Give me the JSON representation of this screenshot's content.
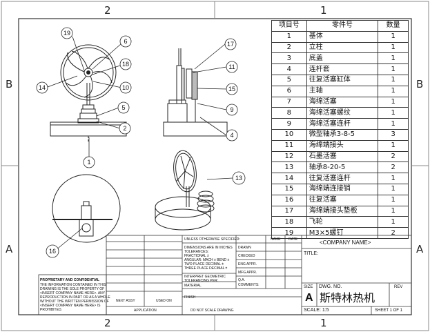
{
  "zones": {
    "top_left": "2",
    "top_right": "1",
    "bottom_left": "2",
    "bottom_right": "1",
    "left_upper": "B",
    "left_lower": "A",
    "right_upper": "B",
    "right_lower": "A"
  },
  "bom": {
    "headers": [
      "项目号",
      "零件号",
      "数量"
    ],
    "rows": [
      {
        "no": "1",
        "name": "基体",
        "qty": "1"
      },
      {
        "no": "2",
        "name": "立柱",
        "qty": "1"
      },
      {
        "no": "3",
        "name": "底盖",
        "qty": "1"
      },
      {
        "no": "4",
        "name": "连杆套",
        "qty": "1"
      },
      {
        "no": "5",
        "name": "往复活塞缸体",
        "qty": "1"
      },
      {
        "no": "6",
        "name": "主轴",
        "qty": "1"
      },
      {
        "no": "7",
        "name": "海绵活塞",
        "qty": "1"
      },
      {
        "no": "8",
        "name": "海绵活塞螺纹",
        "qty": "1"
      },
      {
        "no": "9",
        "name": "海绵活塞连杆",
        "qty": "1"
      },
      {
        "no": "10",
        "name": "微型轴承3-8-5",
        "qty": "3"
      },
      {
        "no": "11",
        "name": "海绵端接头",
        "qty": "1"
      },
      {
        "no": "12",
        "name": "石墨活塞",
        "qty": "2"
      },
      {
        "no": "13",
        "name": "轴承8-20-5",
        "qty": "2"
      },
      {
        "no": "14",
        "name": "往复活塞连杆",
        "qty": "1"
      },
      {
        "no": "15",
        "name": "海绵端连接销",
        "qty": "1"
      },
      {
        "no": "16",
        "name": "往复活塞",
        "qty": "1"
      },
      {
        "no": "17",
        "name": "海绵端接头垫板",
        "qty": "1"
      },
      {
        "no": "18",
        "name": "飞轮",
        "qty": "1"
      },
      {
        "no": "19",
        "name": "M3×5螺钉",
        "qty": "2"
      }
    ]
  },
  "balloons": {
    "b1": "1",
    "b2": "2",
    "b4": "4",
    "b5": "5",
    "b6": "6",
    "b9": "9",
    "b10": "10",
    "b11": "11",
    "b13": "13",
    "b14": "14",
    "b15": "15",
    "b16": "16",
    "b17": "17",
    "b18": "18",
    "b19": "19"
  },
  "title_block": {
    "unless_specified": "UNLESS OTHERWISE SPECIFIED:",
    "name": "NAME",
    "date": "DATE",
    "dimensions": "DIMENSIONS ARE IN INCHES",
    "tolerances": "TOLERANCES:",
    "fractional": "FRACTIONAL ±",
    "angular": "ANGULAR: MACH ±  BEND ±",
    "two_place": "TWO PLACE DECIMAL  ±",
    "three_place": "THREE PLACE DECIMAL ±",
    "interpret": "INTERPRET GEOMETRIC",
    "tolerancing": "TOLERANCING PER:",
    "material": "MATERIAL",
    "finish": "FINISH",
    "drawn": "DRAWN",
    "checked": "CHECKED",
    "eng_appr": "ENG APPR.",
    "mfg_appr": "MFG APPR.",
    "qa": "Q.A.",
    "comments": "COMMENTS:",
    "company": "<COMPANY NAME>",
    "title_label": "TITLE:",
    "size_label": "SIZE",
    "size": "A",
    "dwg_no_label": "DWG. NO.",
    "dwg_title": "斯特林热机",
    "rev": "REV",
    "scale": "SCALE: 1:5",
    "sheet": "SHEET 1 OF 1",
    "proprietary_title": "PROPRIETARY AND CONFIDENTIAL",
    "proprietary_lines": [
      "THE INFORMATION CONTAINED IN THIS",
      "DRAWING IS THE SOLE PROPERTY OF",
      "<INSERT COMPANY NAME HERE>. ANY",
      "REPRODUCTION IN PART OR AS A WHOLE",
      "WITHOUT THE WRITTEN PERMISSION OF",
      "<INSERT COMPANY NAME HERE> IS",
      "PROHIBITED."
    ],
    "next_assy": "NEXT ASSY",
    "used_on": "USED ON",
    "application": "APPLICATION",
    "do_not_scale": "DO NOT SCALE DRAWING"
  }
}
